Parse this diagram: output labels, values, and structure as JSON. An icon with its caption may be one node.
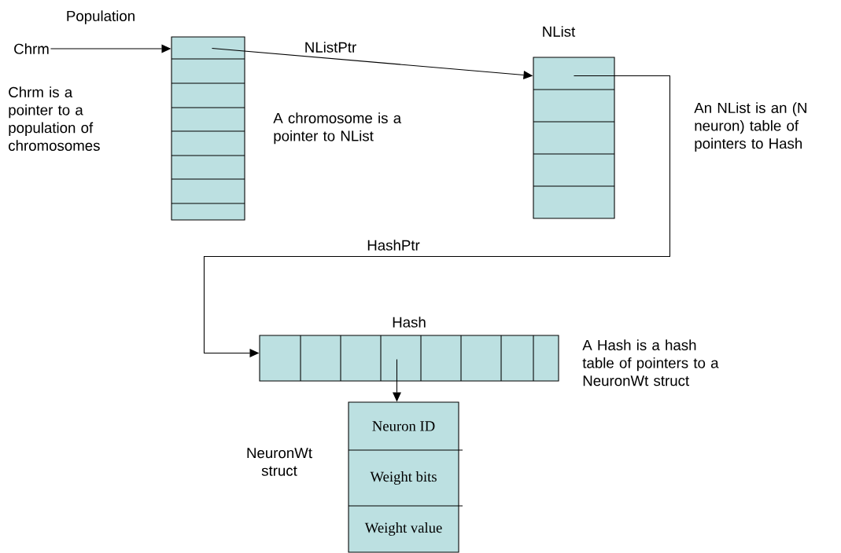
{
  "diagram": {
    "nodes": [
      {
        "text": [
          "Population"
        ]
      },
      {
        "text": [
          "Chrm"
        ]
      },
      {
        "text": [
          "NList"
        ]
      },
      {
        "text": [
          "Hash"
        ]
      },
      {
        "text": [
          "Neuron ID",
          "Weight bits",
          "Weight value"
        ],
        "beside": [
          "NeuronWt struct"
        ]
      }
    ],
    "edges": [
      {
        "from": 1,
        "to": 0,
        "arrow": "to"
      },
      {
        "from": 0,
        "to": 2,
        "arrow": "to",
        "label": "NListPtr"
      },
      {
        "from": 2,
        "to": 3,
        "arrow": "to",
        "label": "HashPtr"
      },
      {
        "from": 3,
        "to": 4,
        "arrow": "to"
      }
    ],
    "labels": [
      "Chrm is a pointer to a population of chromosomes",
      "A chromosome is a pointer to NList",
      "An NList is an (N neuron) table of pointers to Hash",
      "A Hash is a hash table of pointers to a NeuronWt struct"
    ]
  }
}
